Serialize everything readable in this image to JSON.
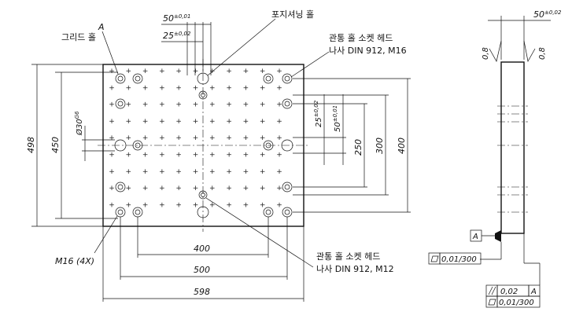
{
  "labels": {
    "grid_hole": "그리드 홀",
    "datum_a_top": "A",
    "positioning_hole": "포지셔닝 홀",
    "socket_m16_line1": "관통 홀 소켓 헤드",
    "socket_m16_line2": "나사 DIN 912, M16",
    "socket_m12_line1": "관통 홀 소켓 헤드",
    "socket_m12_line2": "나사 DIN 912, M12",
    "m16_count": "M16 (4X)"
  },
  "dims": {
    "top_50": "50",
    "top_50_tol": "±0,01",
    "top_25": "25",
    "top_25_tol": "±0,02",
    "left_498": "498",
    "left_450": "450",
    "dia_30": "Ø30",
    "dia_30_tol": "G6",
    "right_25": "25",
    "right_25_tol": "±0,02",
    "right_50": "50",
    "right_50_tol": "±0,01",
    "right_250": "250",
    "right_300": "300",
    "right_400": "400",
    "bottom_400": "400",
    "bottom_500": "500",
    "bottom_598": "598",
    "side_50": "50",
    "side_50_tol": "±0,02",
    "rough_left": "0,8",
    "rough_right": "0,8"
  },
  "tolerances": {
    "datum_a": "A",
    "flatness_bottom": "0,01/300",
    "parallel_value": "0,02",
    "parallel_datum": "A",
    "flatness_top": "0,01/300"
  },
  "symbols": {
    "flatness": "flatness-symbol",
    "parallelism": "parallelism-symbol"
  }
}
